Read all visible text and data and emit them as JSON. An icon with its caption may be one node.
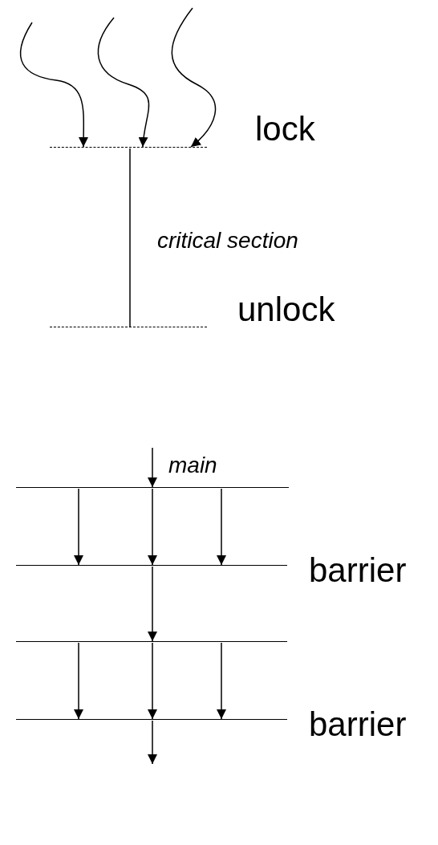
{
  "diagram": {
    "nodes": [
      {
        "text": [],
        "shape": "bar",
        "beside": [
          "lock"
        ]
      },
      {
        "text": [],
        "shape": "bar",
        "beside": [
          "unlock"
        ]
      },
      {
        "text": [],
        "shape": "bar"
      },
      {
        "text": [],
        "shape": "bar",
        "beside": [
          "barrier"
        ]
      },
      {
        "text": [],
        "shape": "bar"
      },
      {
        "text": [],
        "shape": "bar",
        "beside": [
          "barrier"
        ]
      }
    ],
    "edges": [
      {
        "from": null,
        "to": 0,
        "arrow": "to"
      },
      {
        "from": null,
        "to": 0,
        "arrow": "to"
      },
      {
        "from": null,
        "to": 0,
        "arrow": "to"
      },
      {
        "from": 0,
        "to": 1,
        "arrow": "none",
        "label": "critical section"
      },
      {
        "from": null,
        "to": 2,
        "arrow": "to",
        "label": "main"
      },
      {
        "from": 2,
        "to": 3,
        "arrow": "to"
      },
      {
        "from": 2,
        "to": 3,
        "arrow": "to"
      },
      {
        "from": 2,
        "to": 3,
        "arrow": "to"
      },
      {
        "from": 3,
        "to": 4,
        "arrow": "to"
      },
      {
        "from": 4,
        "to": 5,
        "arrow": "to"
      },
      {
        "from": 4,
        "to": 5,
        "arrow": "to"
      },
      {
        "from": 4,
        "to": 5,
        "arrow": "to"
      },
      {
        "from": 5,
        "to": null,
        "arrow": "to"
      }
    ]
  }
}
